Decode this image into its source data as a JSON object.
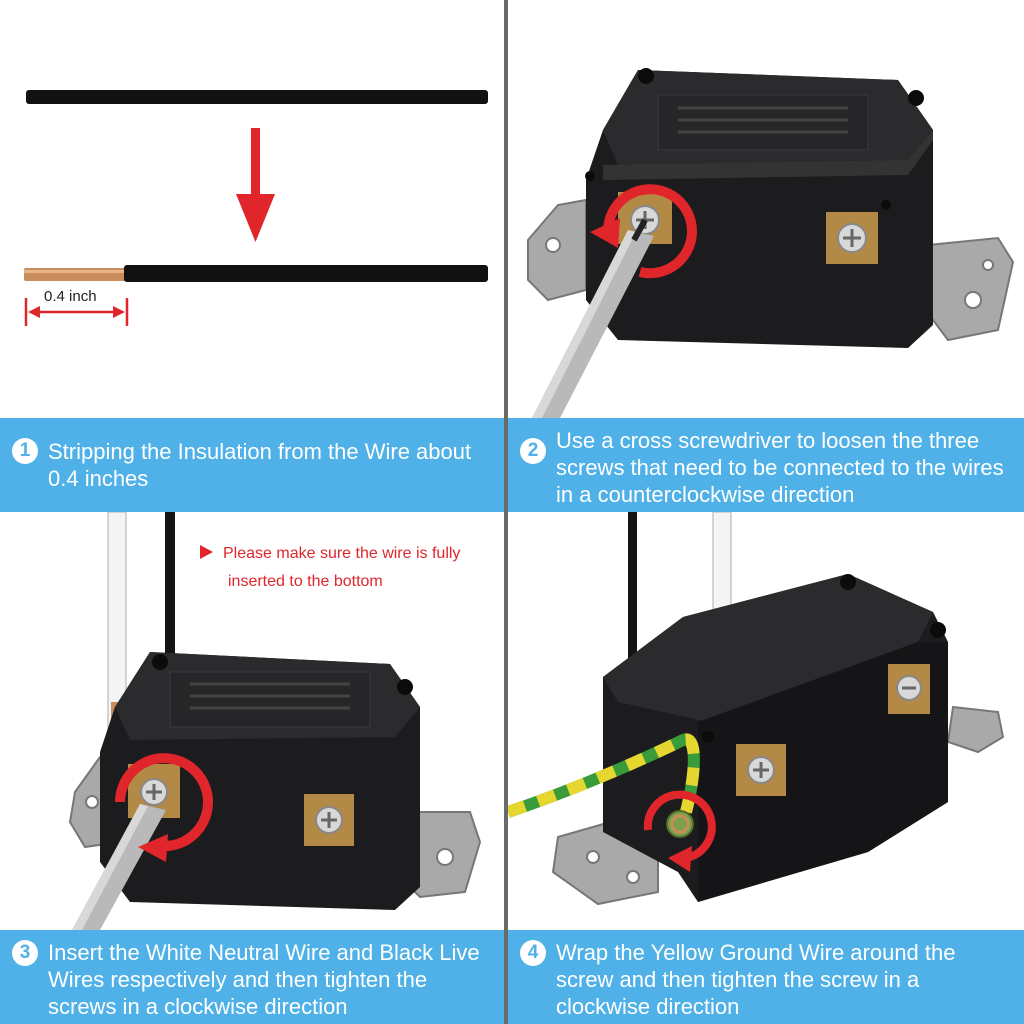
{
  "steps": [
    {
      "num": "1",
      "text": "Stripping the Insulation from the Wire about 0.4 inches"
    },
    {
      "num": "2",
      "text": "Use a cross screwdriver to loosen the three screws that need to be connected to the wires in a counterclockwise direction"
    },
    {
      "num": "3",
      "text": "Insert the White Neutral Wire and Black Live Wires respectively and then tighten the screws in a clockwise direction"
    },
    {
      "num": "4",
      "text": "Wrap the Yellow Ground Wire around the screw and then tighten the screw in a clockwise direction"
    }
  ],
  "dimension_label": "0.4 inch",
  "note": {
    "line1": "Please make sure the wire is fully",
    "line2": "inserted to the bottom"
  },
  "colors": {
    "band": "#4fb1e7",
    "arrow_red": "#e0262b",
    "device_black": "#1c1c1e",
    "copper": "#c98d5b",
    "ground_green": "#3a9b3a",
    "ground_yellow": "#e6d630"
  },
  "icons": [
    "down-arrow-icon",
    "counterclockwise-arrow-icon",
    "clockwise-arrow-icon",
    "note-pointer-icon"
  ]
}
